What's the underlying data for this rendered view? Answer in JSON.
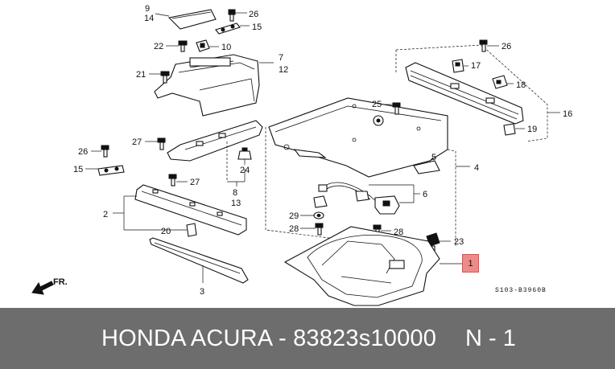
{
  "diagram": {
    "code": "S103-B3960B",
    "front_marker": "FR.",
    "highlighted_callout": "1",
    "callouts": {
      "c9": "9",
      "c14": "14",
      "c26a": "26",
      "c15a": "15",
      "c22": "22",
      "c10": "10",
      "c7": "7",
      "c12": "12",
      "c21": "21",
      "c26b": "26",
      "c17": "17",
      "c18": "18",
      "c16": "16",
      "c19": "19",
      "c25": "25",
      "c27a": "27",
      "c26c": "26",
      "c15b": "15",
      "c24": "24",
      "c8": "8",
      "c13": "13",
      "c5": "5",
      "c4": "4",
      "c27b": "27",
      "c2": "2",
      "c6": "6",
      "c29": "29",
      "c28a": "28",
      "c28b": "28",
      "c20": "20",
      "c23": "23",
      "c3": "3"
    }
  },
  "footer": {
    "label": "HONDA ACURA - 83823s10000",
    "quantity": "N - 1"
  }
}
